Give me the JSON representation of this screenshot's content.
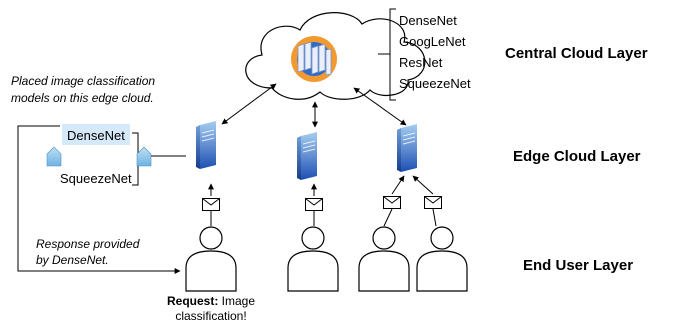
{
  "layers": {
    "central": "Central Cloud Layer",
    "edge": "Edge Cloud Layer",
    "end_user": "End User Layer"
  },
  "cloud_models": [
    "DenseNet",
    "GoogLeNet",
    "ResNet",
    "SqueezeNet"
  ],
  "annotation": {
    "line1": "Placed image classification",
    "line2": "models on this edge cloud."
  },
  "edge_models": {
    "selected": "DenseNet",
    "other": "SqueezeNet"
  },
  "response": {
    "line1": "Response provided",
    "line2": "by DenseNet."
  },
  "request": {
    "bold": "Request:",
    "rest": " Image",
    "line2": "classification!"
  },
  "colors": {
    "highlight": "#d6e9f8",
    "model_icon": "#8ec3e8",
    "server_light": "#9cc6ee",
    "server_dark": "#1f53b8",
    "cloud_ring": "#f29a30",
    "cloud_core": "#2e6bc9"
  }
}
